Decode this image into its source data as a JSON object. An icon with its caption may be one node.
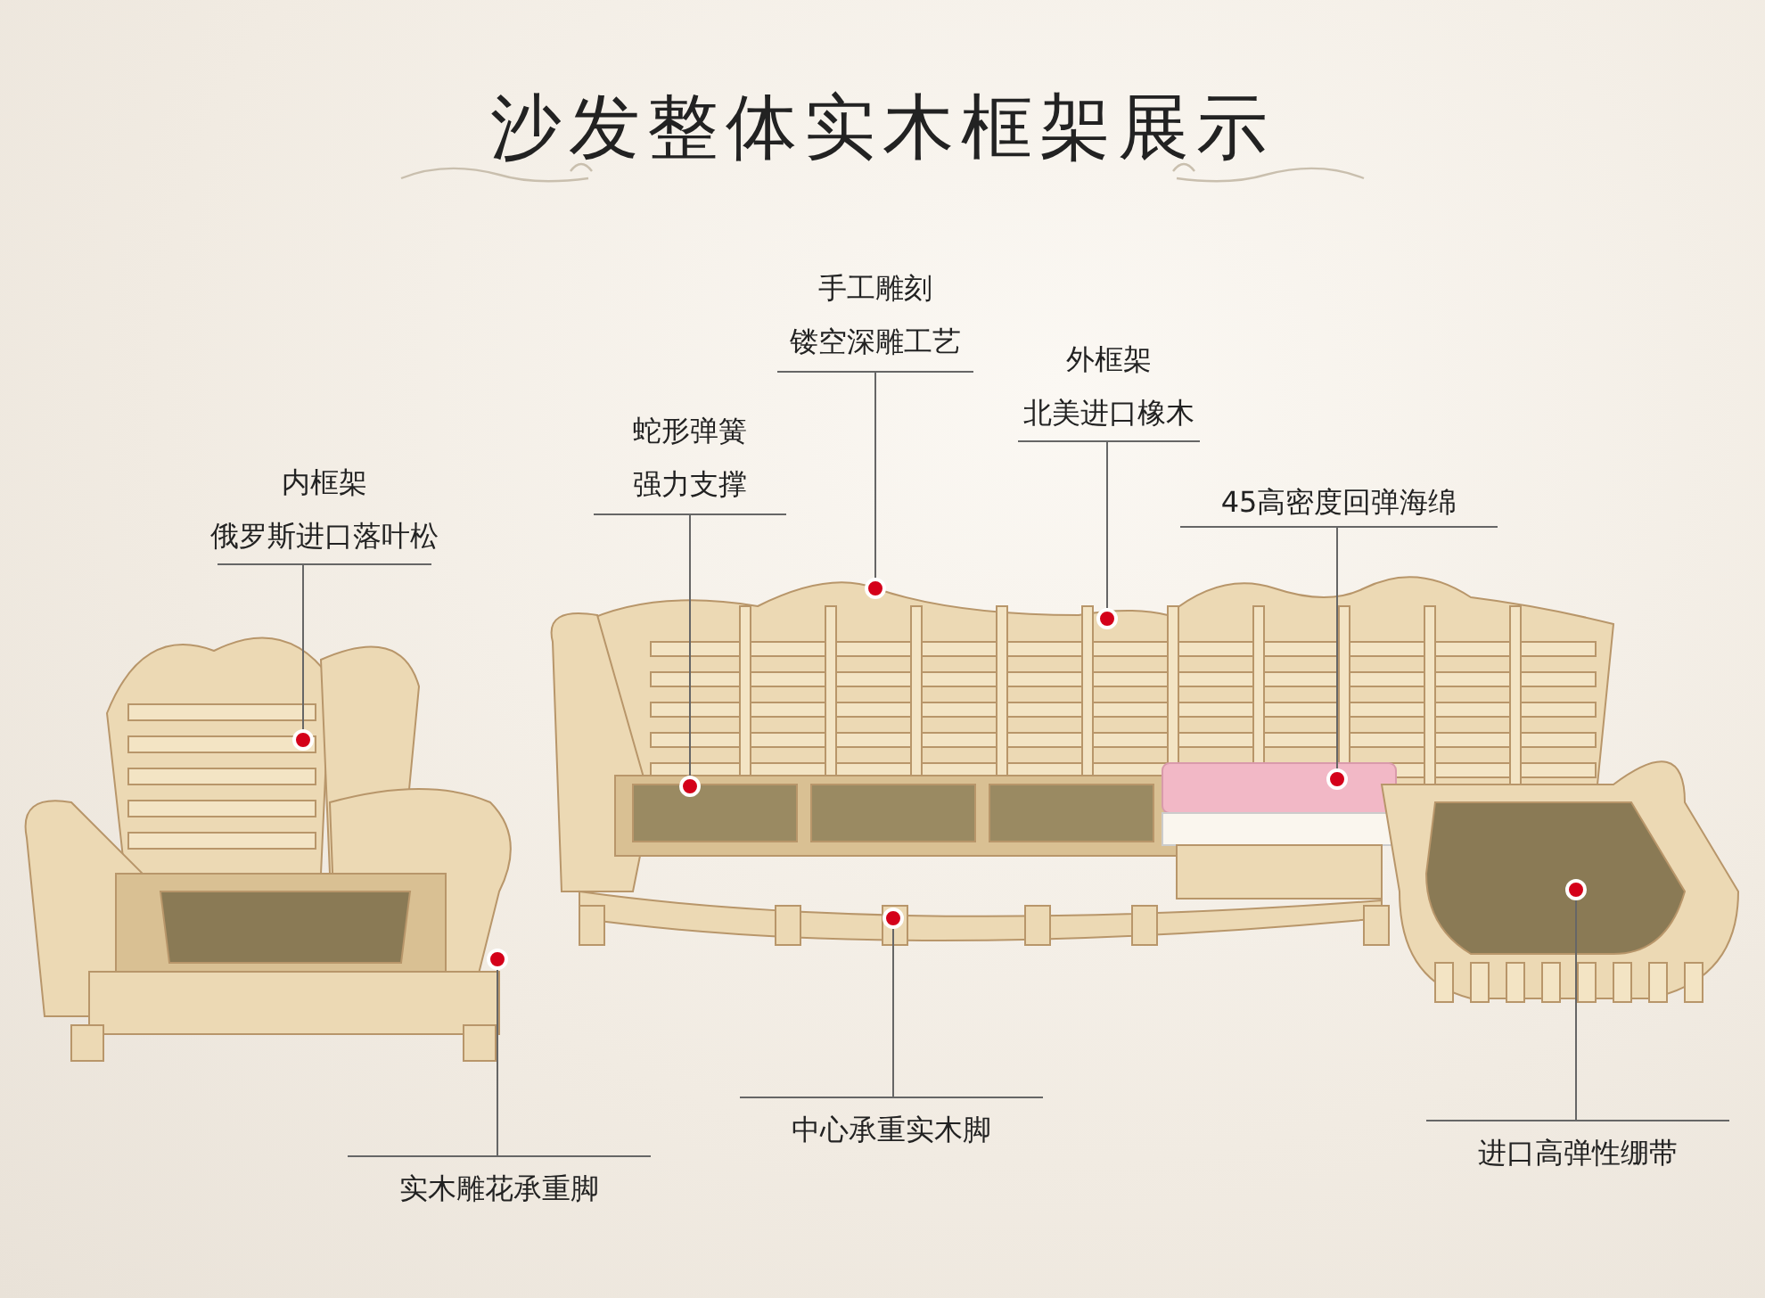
{
  "diagram": {
    "title": "沙发整体实木框架展示",
    "nodes": [
      {
        "text": [],
        "shape": "picture"
      },
      {
        "text": [],
        "shape": "picture"
      },
      {
        "text": [
          "内框架",
          "俄罗斯进口落叶松"
        ]
      },
      {
        "text": [
          "蛇形弹簧",
          "强力支撑"
        ]
      },
      {
        "text": [
          "手工雕刻",
          "镂空深雕工艺"
        ]
      },
      {
        "text": [
          "外框架",
          "北美进口橡木"
        ]
      },
      {
        "text": [
          "45高密度回弹海绵"
        ]
      },
      {
        "text": [
          "实木雕花承重脚"
        ]
      },
      {
        "text": [
          "中心承重实木脚"
        ]
      },
      {
        "text": [
          "进口高弹性绷带"
        ]
      },
      {
        "text": [],
        "shape": "circle",
        "in": 0
      },
      {
        "text": [],
        "shape": "circle",
        "in": 0
      },
      {
        "text": [],
        "shape": "circle",
        "in": 1
      },
      {
        "text": [],
        "shape": "circle",
        "in": 1
      },
      {
        "text": [],
        "shape": "circle",
        "in": 1
      },
      {
        "text": [],
        "shape": "circle",
        "in": 1
      },
      {
        "text": [],
        "shape": "circle",
        "in": 1
      },
      {
        "text": [],
        "shape": "circle",
        "in": 1
      }
    ],
    "edges": [
      {
        "from": 2,
        "to": 10,
        "arrow": "none"
      },
      {
        "from": 7,
        "to": 11,
        "arrow": "none"
      },
      {
        "from": 3,
        "to": 12,
        "arrow": "none"
      },
      {
        "from": 4,
        "to": 13,
        "arrow": "none"
      },
      {
        "from": 5,
        "to": 14,
        "arrow": "none"
      },
      {
        "from": 6,
        "to": 15,
        "arrow": "none"
      },
      {
        "from": 8,
        "to": 16,
        "arrow": "none"
      },
      {
        "from": 9,
        "to": 17,
        "arrow": "none"
      }
    ]
  }
}
